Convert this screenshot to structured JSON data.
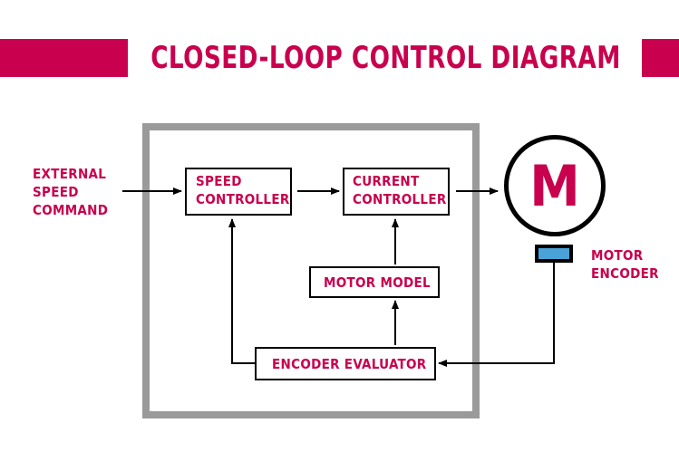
{
  "title": "CLOSED-LOOP CONTROL DIAGRAM",
  "colors": {
    "accent": "#c8004e",
    "frame": "#9a9a9a",
    "encoder": "#4aa3d8"
  },
  "blocks": {
    "external": "EXTERNAL\nSPEED\nCOMMAND",
    "speed": "SPEED\nCONTROLLER",
    "current": "CURRENT\nCONTROLLER",
    "model": "MOTOR MODEL",
    "evaluator": "ENCODER EVALUATOR"
  },
  "motor": {
    "symbol": "M",
    "encoder_label": "MOTOR\nENCODER"
  }
}
